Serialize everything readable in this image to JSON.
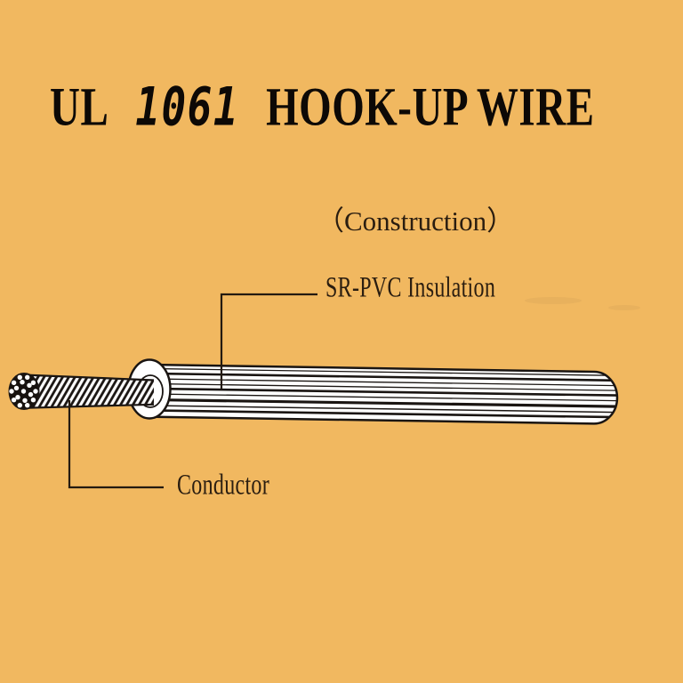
{
  "colors": {
    "background": "#f1b860",
    "title_ink": "#0d0906",
    "label_ink": "#2a1d10",
    "line_ink": "#241a10",
    "wire_fill": "#ffffff",
    "wire_stroke": "#1a1512"
  },
  "title": {
    "brand": "UL",
    "number": "1061",
    "product": "HOOK-UP WIRE"
  },
  "subtitle": "（Construction）",
  "diagram": {
    "type": "wire-construction-illustration",
    "labels": {
      "insulation": "SR-PVC Insulation",
      "conductor": "Conductor"
    },
    "parts": [
      "SR-PVC Insulation",
      "Conductor"
    ]
  }
}
